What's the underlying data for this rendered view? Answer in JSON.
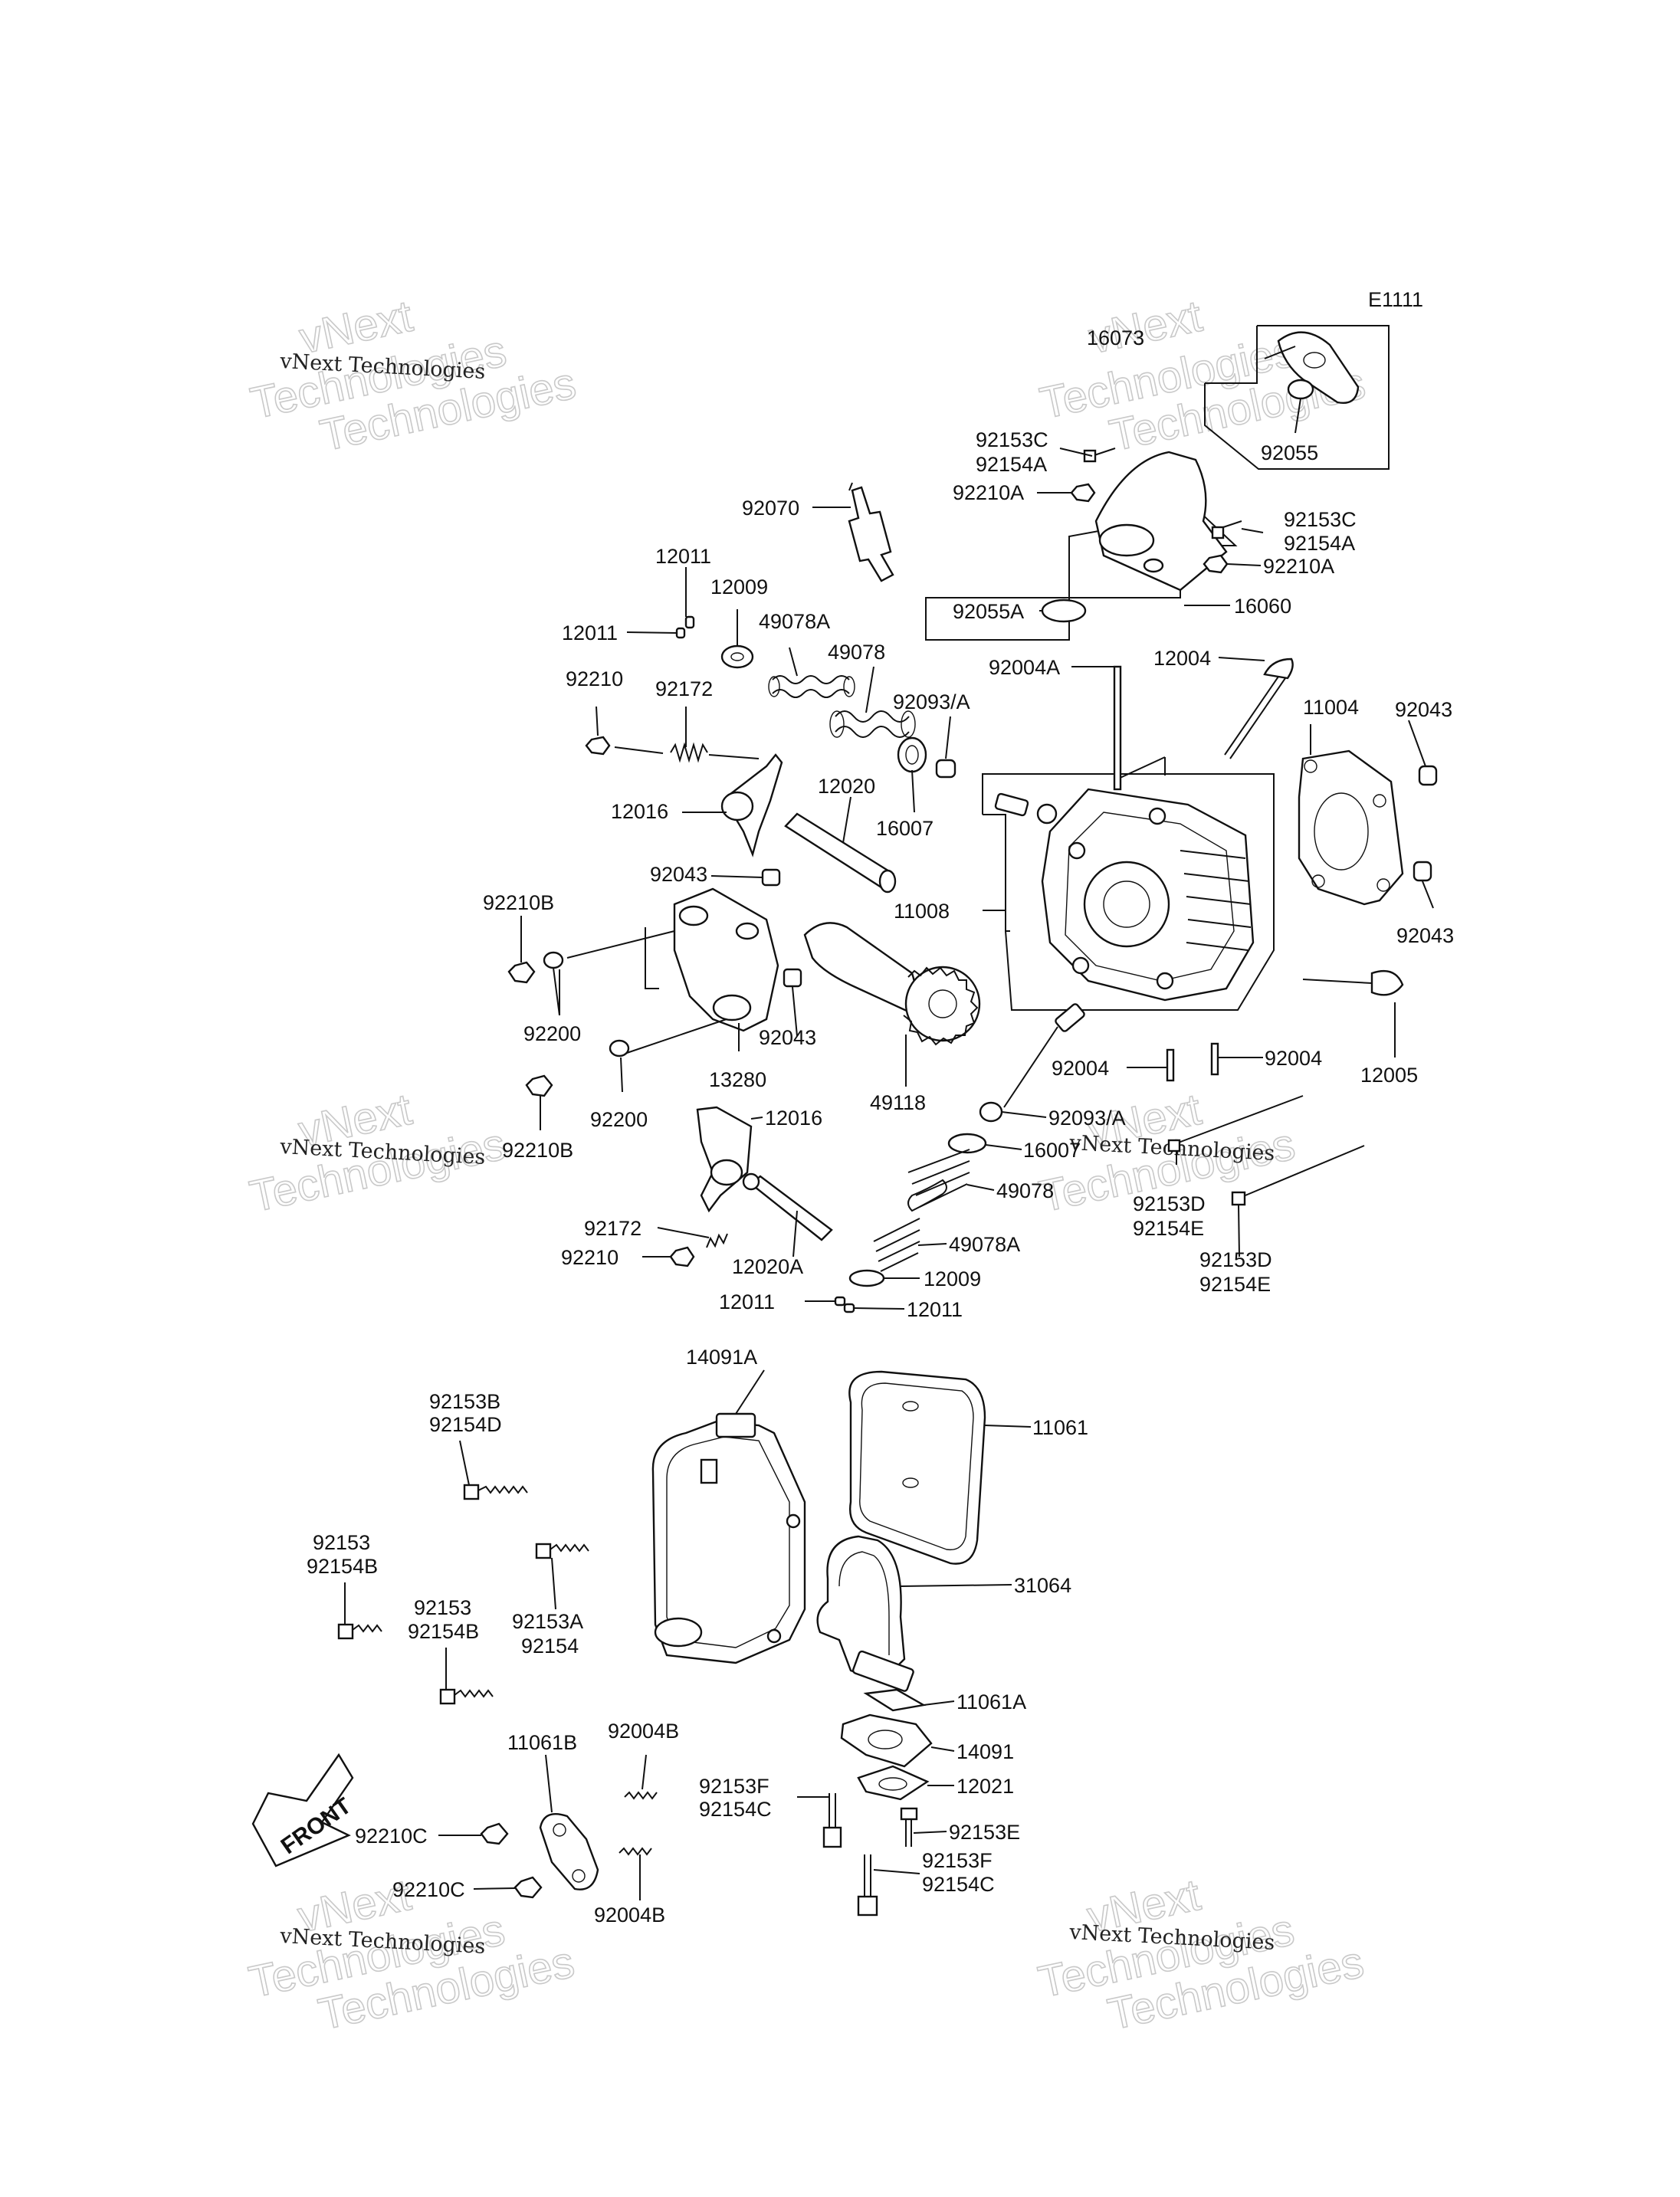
{
  "diagram_code": "E1111",
  "watermarks": [
    {
      "line1": "vNext",
      "line2": "Technologies",
      "line3": "Technologies",
      "line4": "vNext Technologies"
    }
  ],
  "part_labels": {
    "p16073": "16073",
    "p92055": "92055",
    "p92153C_a": "92153C",
    "p92154A_a": "92154A",
    "p92210A_a": "92210A",
    "p92070": "92070",
    "p92153C_b": "92153C",
    "p92154A_b": "92154A",
    "p92210A_b": "92210A",
    "p92055A": "92055A",
    "p16060": "16060",
    "p12011_a": "12011",
    "p12009_a": "12009",
    "p12011_b": "12011",
    "p49078A_a": "49078A",
    "p49078_a": "49078",
    "p92004A": "92004A",
    "p12004": "12004",
    "p92210_a": "92210",
    "p92172_a": "92172",
    "p92093_a": "92093/A",
    "p11004": "11004",
    "p92043_a": "92043",
    "p12020": "12020",
    "p12016_a": "12016",
    "p16007_a": "16007",
    "p92043_b": "92043",
    "p92210B_a": "92210B",
    "p11008": "11008",
    "p92043_c": "92043",
    "p92200_a": "92200",
    "p92043_d": "92043",
    "p13280": "13280",
    "p49118": "49118",
    "p92004_a": "92004",
    "p92004_b": "92004",
    "p12005": "12005",
    "p92200_b": "92200",
    "p12016_b": "12016",
    "p92093_b": "92093/A",
    "p92210B_b": "92210B",
    "p16007_b": "16007",
    "p49078_b": "49078",
    "p92153D_a": "92153D",
    "p92154E_a": "92154E",
    "p92172_b": "92172",
    "p49078A_b": "49078A",
    "p92210_b": "92210",
    "p12020A": "12020A",
    "p92153D_b": "92153D",
    "p92154E_b": "92154E",
    "p12009_b": "12009",
    "p12011_c": "12011",
    "p12011_d": "12011",
    "p14091A": "14091A",
    "p92153B": "92153B",
    "p92154D": "92154D",
    "p11061": "11061",
    "p92153_a": "92153",
    "p92154B_a": "92154B",
    "p31064": "31064",
    "p92153_b": "92153",
    "p92154B_b": "92154B",
    "p92153A": "92153A",
    "p92154": "92154",
    "p11061A": "11061A",
    "p11061B": "11061B",
    "p92004B_a": "92004B",
    "p14091": "14091",
    "p92153F_a": "92153F",
    "p92154C_a": "92154C",
    "p12021": "12021",
    "p92210C_a": "92210C",
    "p92153E": "92153E",
    "p92153F_b": "92153F",
    "p92154C_b": "92154C",
    "p92210C_b": "92210C",
    "p92004B_b": "92004B"
  },
  "front_arrow": "FRONT"
}
